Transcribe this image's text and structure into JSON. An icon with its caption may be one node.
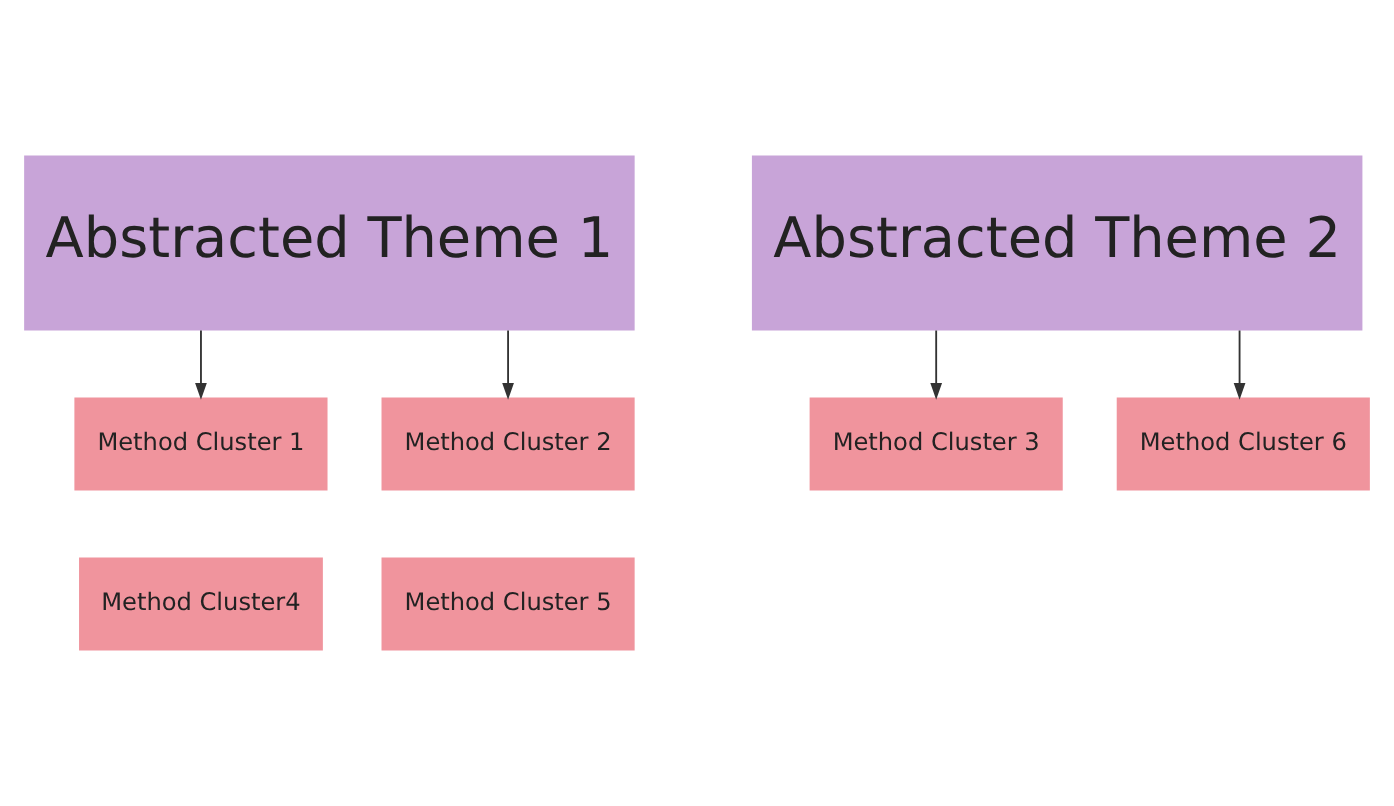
{
  "diagram": {
    "nodes": [
      {
        "text": [
          "Abstracted Theme 1"
        ]
      },
      {
        "text": [
          "Abstracted Theme 2"
        ]
      },
      {
        "text": [
          "Method Cluster 1"
        ]
      },
      {
        "text": [
          "Method Cluster 2"
        ]
      },
      {
        "text": [
          "Method Cluster 3"
        ]
      },
      {
        "text": [
          "Method Cluster 6"
        ]
      },
      {
        "text": [
          "Method Cluster4"
        ]
      },
      {
        "text": [
          "Method Cluster 5"
        ]
      }
    ],
    "edges": [
      {
        "from": 0,
        "to": 2,
        "arrow": "to"
      },
      {
        "from": 0,
        "to": 3,
        "arrow": "to"
      },
      {
        "from": 1,
        "to": 4,
        "arrow": "to"
      },
      {
        "from": 1,
        "to": 5,
        "arrow": "to"
      }
    ]
  }
}
